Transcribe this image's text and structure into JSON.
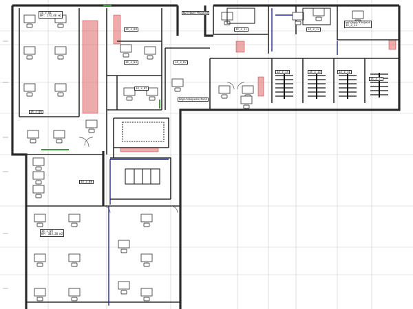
{
  "colors": {
    "wall": "#2b2b2b",
    "grid": "#c9c9c9",
    "partition": "#1e2a8a",
    "red_zone": "#e06666",
    "green_mark": "#3a9a3a",
    "furniture": "#444444"
  },
  "room_labels": [
    {
      "id": "r-top-left",
      "name": "14_3_01",
      "area": "НР: 173,40 м2"
    },
    {
      "id": "r-left-mid",
      "name": "14_3_06",
      "area": ""
    },
    {
      "id": "r-top-center",
      "name": "14_3_04",
      "area": ""
    },
    {
      "id": "r-center-a",
      "name": "14_3_03",
      "area": ""
    },
    {
      "id": "r-center-b",
      "name": "14_3_05",
      "area": ""
    },
    {
      "id": "r-top-right-1",
      "name": "Бытовые/Уборная",
      "area": ""
    },
    {
      "id": "r-top-right-2",
      "name": "14_3_11",
      "area": ""
    },
    {
      "id": "r-top-right-3",
      "name": "14_3_12",
      "area": ""
    },
    {
      "id": "r-right-1",
      "name": "Бытовые/Уборная",
      "area": "14_3_13"
    },
    {
      "id": "r-right-2",
      "name": "14_3_14",
      "area": ""
    },
    {
      "id": "r-right-3",
      "name": "14_3_15",
      "area": ""
    },
    {
      "id": "r-right-4",
      "name": "14_3_16",
      "area": ""
    },
    {
      "id": "r-right-5",
      "name": "14_3_17",
      "area": ""
    },
    {
      "id": "r-corridor",
      "name": "Переговорная/Холл",
      "area": ""
    },
    {
      "id": "r-mid-room",
      "name": "14_3_07",
      "area": ""
    },
    {
      "id": "r-lower-left",
      "name": "14_3_08",
      "area": ""
    },
    {
      "id": "r-bottom-left",
      "name": "14_3_09",
      "area": "НР: 303,20 м2"
    }
  ]
}
